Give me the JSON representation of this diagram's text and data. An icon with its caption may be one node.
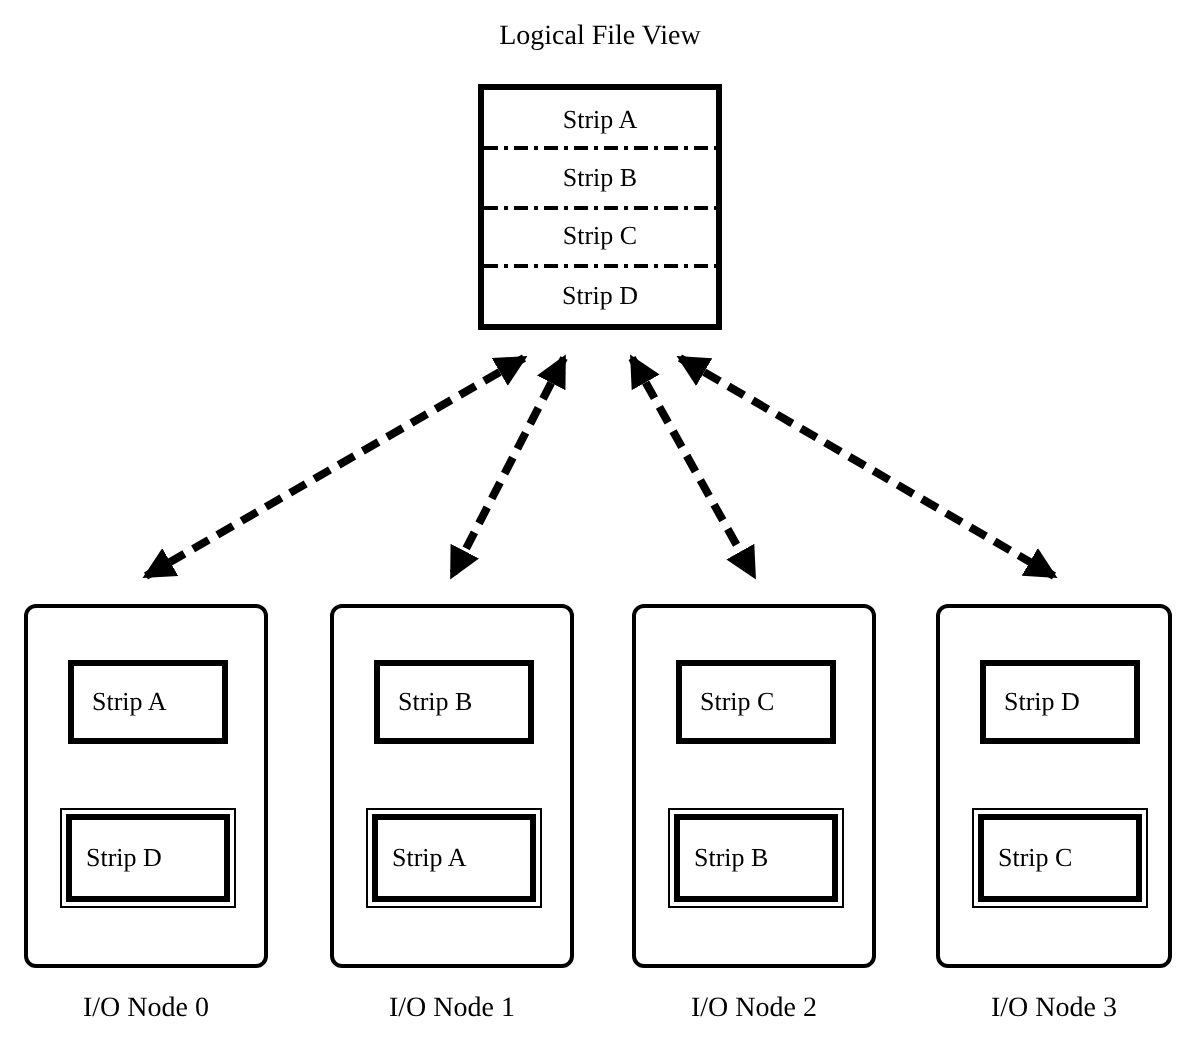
{
  "diagram": {
    "nodes": [
      {
        "text": [
          "Logical File View"
        ]
      },
      {
        "text": [
          "Strip A"
        ],
        "in": 0
      },
      {
        "text": [
          "Strip B"
        ],
        "in": 0
      },
      {
        "text": [
          "Strip C"
        ],
        "in": 0
      },
      {
        "text": [
          "Strip D"
        ],
        "in": 0
      },
      {
        "text": [
          "I/O Node 0"
        ]
      },
      {
        "text": [
          "Strip A"
        ],
        "in": 5
      },
      {
        "text": [
          "Strip D"
        ],
        "in": 5
      },
      {
        "text": [
          "I/O Node 1"
        ]
      },
      {
        "text": [
          "Strip B"
        ],
        "in": 8
      },
      {
        "text": [
          "Strip A"
        ],
        "in": 8
      },
      {
        "text": [
          "I/O Node 2"
        ]
      },
      {
        "text": [
          "Strip C"
        ],
        "in": 11
      },
      {
        "text": [
          "Strip B"
        ],
        "in": 11
      },
      {
        "text": [
          "I/O Node 3"
        ]
      },
      {
        "text": [
          "Strip D"
        ],
        "in": 14
      },
      {
        "text": [
          "Strip C"
        ],
        "in": 14
      }
    ],
    "edges": [
      {
        "from": 0,
        "to": 5,
        "arrow": "both",
        "style": "dashed"
      },
      {
        "from": 0,
        "to": 8,
        "arrow": "both",
        "style": "dashed"
      },
      {
        "from": 0,
        "to": 11,
        "arrow": "both",
        "style": "dashed"
      },
      {
        "from": 0,
        "to": 14,
        "arrow": "both",
        "style": "dashed"
      }
    ]
  }
}
